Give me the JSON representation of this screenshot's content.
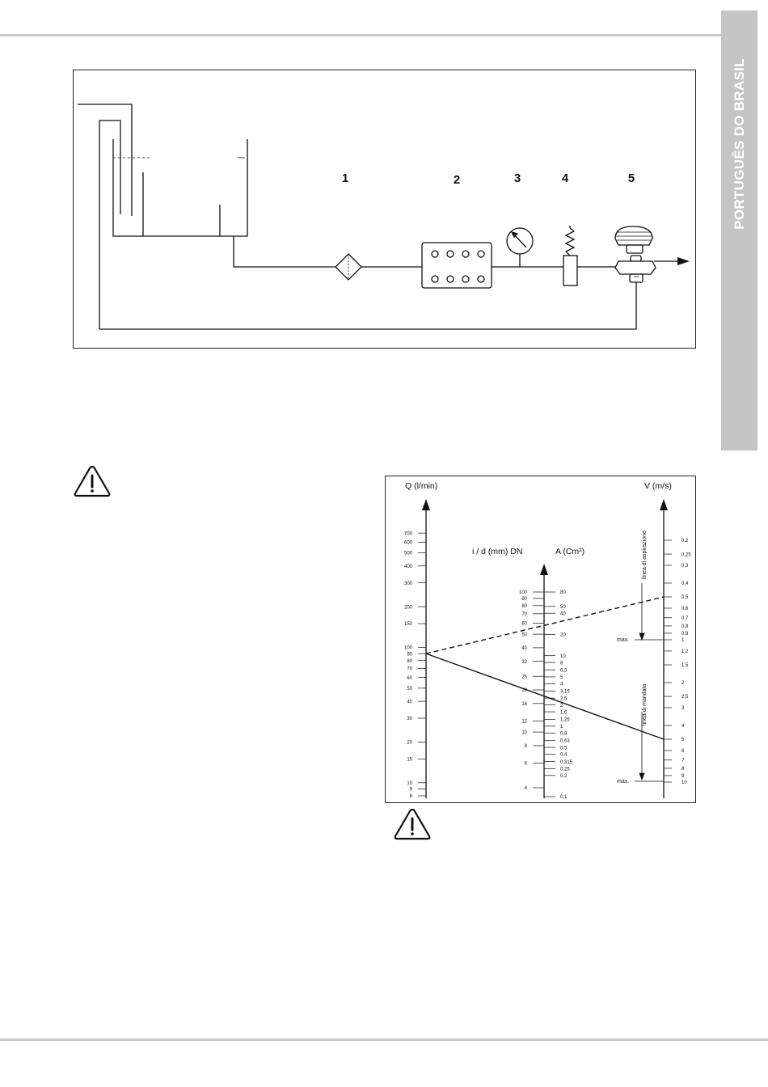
{
  "side_tab": {
    "label": "PORTUGUÊS DO BRASIL"
  },
  "schematic": {
    "component_numbers": [
      "1",
      "2",
      "3",
      "4",
      "5"
    ],
    "icons": [
      "tank-icon",
      "filter-icon",
      "pump-icon",
      "pressure-gauge-icon",
      "relief-valve-icon",
      "spray-gun-icon",
      "flow-arrow-icon"
    ]
  },
  "warnings": {
    "icon": "warning-triangle-icon"
  },
  "chart_data": {
    "type": "nomogram",
    "axes": [
      {
        "label": "Q (l/min)",
        "ticks": [
          "700",
          "600",
          "500",
          "400",
          "300",
          "200",
          "150",
          "100",
          "90",
          "80",
          "70",
          "60",
          "50",
          "40",
          "30",
          "20",
          "15",
          "10",
          "9",
          "8"
        ]
      },
      {
        "label": "i / d (mm) DN",
        "ticks": [
          "100",
          "90",
          "80",
          "70",
          "60",
          "50",
          "40",
          "32",
          "25",
          "20",
          "16",
          "12",
          "10",
          "8",
          "6",
          "4"
        ]
      },
      {
        "label": "A (Cm²)",
        "ticks": [
          "80",
          "50",
          "40",
          "20",
          "10",
          "8",
          "6,3",
          "5",
          "4",
          "3,15",
          "2,5",
          "2",
          "1,6",
          "1,25",
          "1",
          "0,8",
          "0,63",
          "0,5",
          "0,4",
          "0,315",
          "0,25",
          "0,2",
          "0,1"
        ]
      },
      {
        "label": "V (m/s)",
        "ticks": [
          "0,2",
          "0,25",
          "0,3",
          "0,4",
          "0,5",
          "0,6",
          "0,7",
          "0,8",
          "0,9",
          "1",
          "1,2",
          "1,5",
          "2",
          "2,5",
          "3",
          "4",
          "5",
          "6",
          "7",
          "8",
          "9",
          "10"
        ]
      }
    ],
    "range_labels": [
      "linea di aspirazione",
      "linea di mandata"
    ],
    "max_labels": [
      "max.",
      "max."
    ],
    "lines": [
      {
        "style": "dashed",
        "from_Q": 90,
        "through_d": 60,
        "to_V": 0.5
      },
      {
        "style": "solid",
        "from_Q": 90,
        "through_d": 20,
        "to_V": 5
      }
    ]
  }
}
